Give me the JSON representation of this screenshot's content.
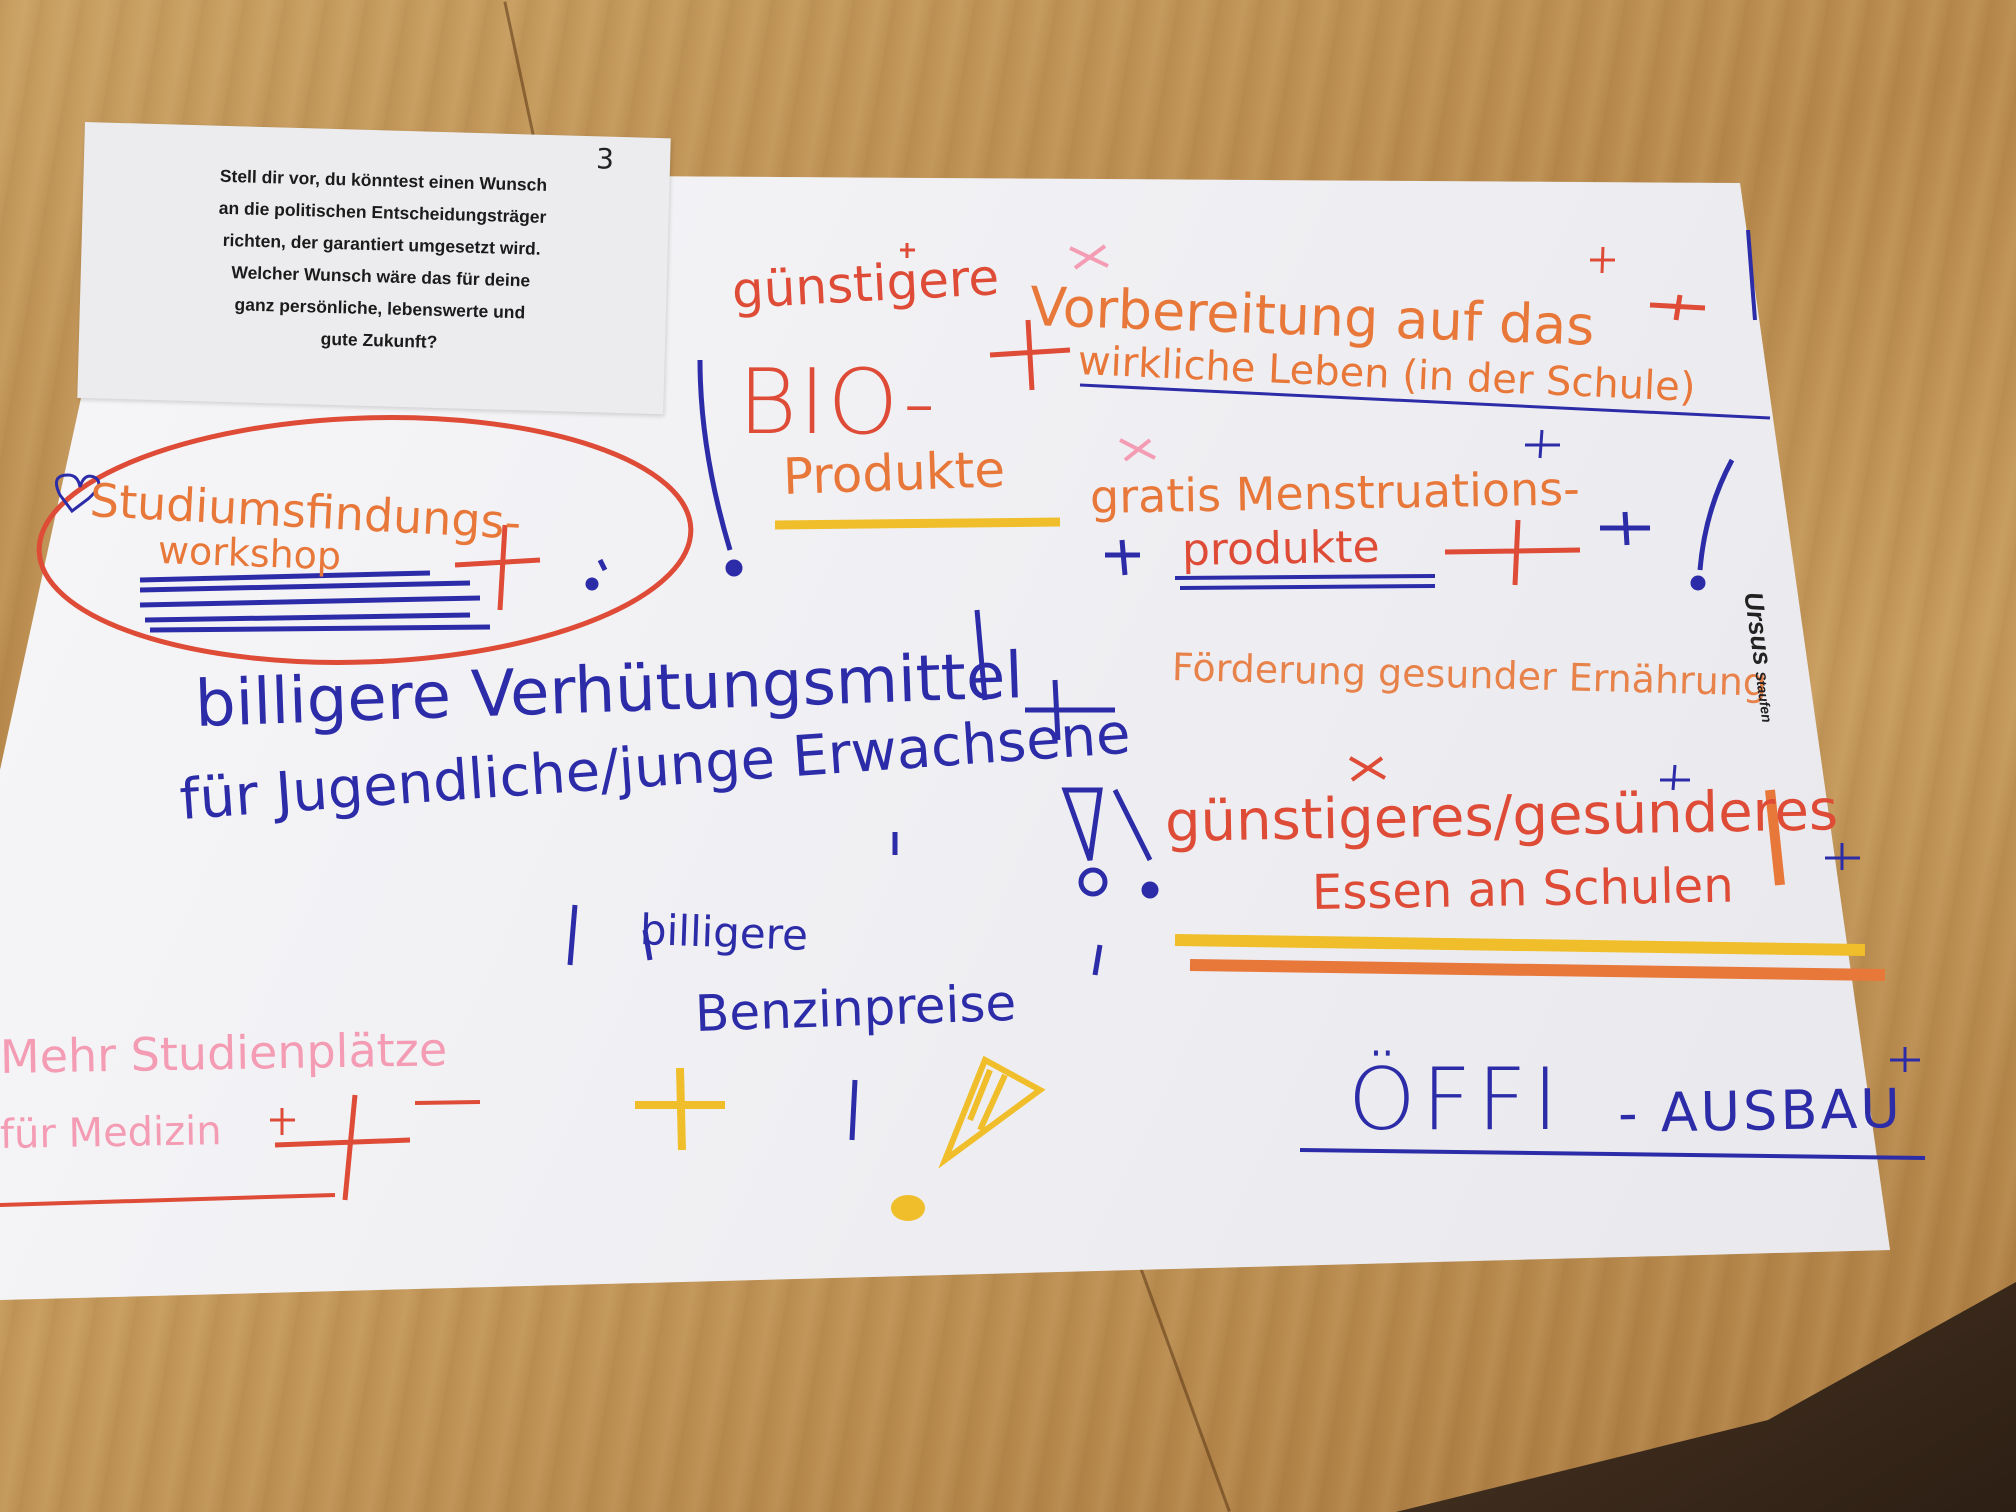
{
  "card": {
    "number": "3",
    "text_lines": [
      "Stell dir vor, du könntest einen Wunsch",
      "an die politischen Entscheidungsträger",
      "richten, der garantiert umgesetzt wird.",
      "Welcher Wunsch wäre das für deine",
      "ganz persönliche, lebenswerte und",
      "gute Zukunft?"
    ]
  },
  "notes": {
    "bio_line1": "günstigere",
    "bio_line2": "BIO-",
    "bio_line3": "Produkte",
    "school_line1": "Vorbereitung auf das",
    "school_line2": "wirkliche Leben (in der Schule)",
    "menstruation_line1": "gratis Menstruations-",
    "menstruation_line2": "produkte",
    "workshop_line1": "Studiumsfindungs-",
    "workshop_line2": "workshop",
    "nutrition": "Förderung gesunder Ernährung",
    "contraception_line1": "billigere Verhütungsmittel",
    "contraception_line2": "für Jugendliche/junge Erwachsene",
    "food_line1": "günstigeres/gesünderes",
    "food_line2": "Essen an Schulen",
    "fuel_line1": "billigere",
    "fuel_line2": "Benzinpreise",
    "medicine_line1": "Mehr Studienplätze",
    "medicine_line2": "für Medizin",
    "transit_main": "ÖFFI",
    "transit_suffix": "- AUSBAU"
  },
  "logo": {
    "brand": "Ursus",
    "product": "Staufen"
  },
  "colors": {
    "marker_red": "#de4b36",
    "marker_orange": "#e8773a",
    "marker_blue": "#2d2ca8",
    "marker_pink": "#f49cb4",
    "marker_yellow": "#f0be2a",
    "poster": "#f4f4f7",
    "table_wood": "#c69a5c"
  }
}
